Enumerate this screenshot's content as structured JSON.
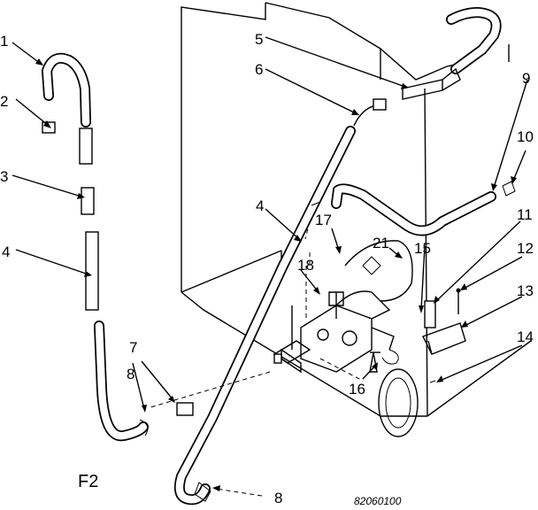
{
  "figure": {
    "label": "F2",
    "part_number": "82060100"
  },
  "callouts": [
    {
      "id": "1",
      "text": "1"
    },
    {
      "id": "2",
      "text": "2"
    },
    {
      "id": "3",
      "text": "3"
    },
    {
      "id": "4a",
      "text": "4"
    },
    {
      "id": "5",
      "text": "5"
    },
    {
      "id": "6",
      "text": "6"
    },
    {
      "id": "4b",
      "text": "4"
    },
    {
      "id": "9",
      "text": "9"
    },
    {
      "id": "10",
      "text": "10"
    },
    {
      "id": "11",
      "text": "11"
    },
    {
      "id": "12",
      "text": "12"
    },
    {
      "id": "13",
      "text": "13"
    },
    {
      "id": "14",
      "text": "14"
    },
    {
      "id": "15",
      "text": "15"
    },
    {
      "id": "17",
      "text": "17"
    },
    {
      "id": "21",
      "text": "21"
    },
    {
      "id": "18",
      "text": "18"
    },
    {
      "id": "16",
      "text": "16"
    },
    {
      "id": "7",
      "text": "7"
    },
    {
      "id": "8a",
      "text": "8"
    },
    {
      "id": "8b",
      "text": "8"
    }
  ]
}
